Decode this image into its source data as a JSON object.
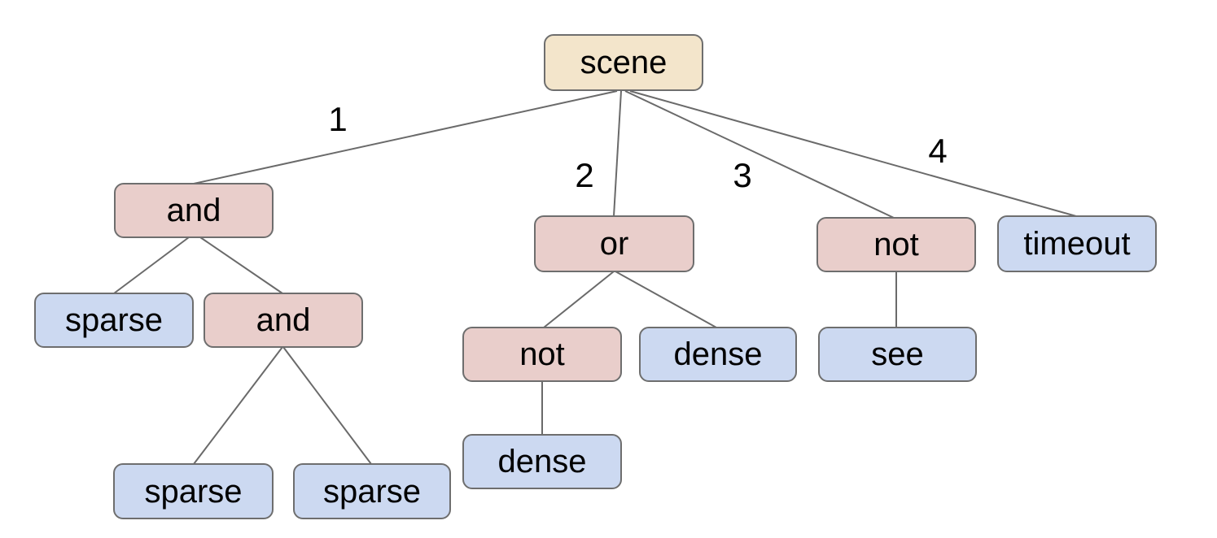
{
  "colors": {
    "background": "#ffffff",
    "root_fill": "#f3e5cb",
    "operator_fill": "#e9cecb",
    "leaf_fill": "#ccd9f1",
    "border": "#6e6e6e",
    "edge_line": "#6a6a6a",
    "text": "#000000"
  },
  "nodes": [
    {
      "id": "scene",
      "label": "scene",
      "kind": "root"
    },
    {
      "id": "and-1",
      "label": "and",
      "kind": "operator"
    },
    {
      "id": "or-1",
      "label": "or",
      "kind": "operator"
    },
    {
      "id": "not-1",
      "label": "not",
      "kind": "operator"
    },
    {
      "id": "timeout",
      "label": "timeout",
      "kind": "leaf"
    },
    {
      "id": "sparse-1",
      "label": "sparse",
      "kind": "leaf"
    },
    {
      "id": "and-2",
      "label": "and",
      "kind": "operator"
    },
    {
      "id": "not-2",
      "label": "not",
      "kind": "operator"
    },
    {
      "id": "dense-1",
      "label": "dense",
      "kind": "leaf"
    },
    {
      "id": "see",
      "label": "see",
      "kind": "leaf"
    },
    {
      "id": "sparse-2",
      "label": "sparse",
      "kind": "leaf"
    },
    {
      "id": "sparse-3",
      "label": "sparse",
      "kind": "leaf"
    },
    {
      "id": "dense-2",
      "label": "dense",
      "kind": "leaf"
    }
  ],
  "edge_labels": [
    {
      "label": "1"
    },
    {
      "label": "2"
    },
    {
      "label": "3"
    },
    {
      "label": "4"
    }
  ],
  "tree": {
    "label": "scene",
    "children": [
      {
        "edge": "1",
        "label": "and",
        "children": [
          {
            "label": "sparse"
          },
          {
            "label": "and",
            "children": [
              {
                "label": "sparse"
              },
              {
                "label": "sparse"
              }
            ]
          }
        ]
      },
      {
        "edge": "2",
        "label": "or",
        "children": [
          {
            "label": "not",
            "children": [
              {
                "label": "dense"
              }
            ]
          },
          {
            "label": "dense"
          }
        ]
      },
      {
        "edge": "3",
        "label": "not",
        "children": [
          {
            "label": "see"
          }
        ]
      },
      {
        "edge": "4",
        "label": "timeout"
      }
    ]
  }
}
